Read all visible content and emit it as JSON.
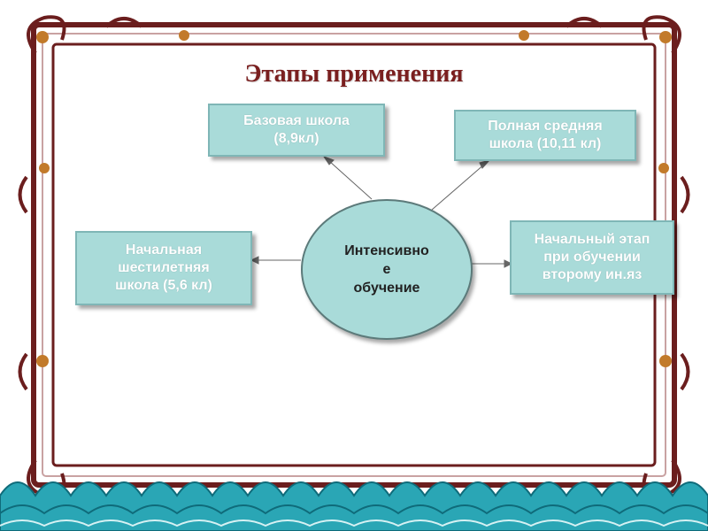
{
  "title": "Этапы применения",
  "center": {
    "lines": [
      "Интенсивно",
      "е",
      "обучение"
    ]
  },
  "nodes": {
    "top_left": {
      "lines": [
        "Базовая школа",
        "(8,9кл)"
      ]
    },
    "top_right": {
      "lines": [
        "Полная средняя",
        "школа (10,11 кл)"
      ]
    },
    "left": {
      "lines": [
        "Начальная",
        "шестилетняя",
        "школа (5,6 кл)"
      ]
    },
    "right": {
      "lines": [
        "Начальный этап",
        "при обучении",
        "второму ин.яз"
      ]
    }
  },
  "colors": {
    "box_fill": "#a9dbd9",
    "title": "#7a1f1f",
    "frame": "#6b1e1e",
    "water": "#2aa6b5"
  }
}
